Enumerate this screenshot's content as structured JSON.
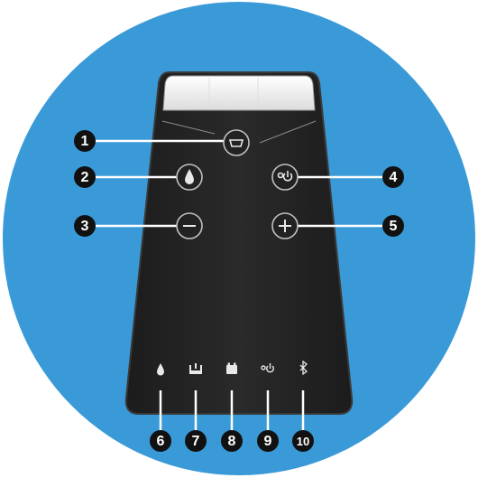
{
  "colors": {
    "background_disc": "#3a9ad8",
    "device_body": "#252525",
    "device_edge": "#3a3a3a",
    "display_panel": "#f2f2f2",
    "button_ring": "#bfbfbf",
    "icon": "#e8e8e8",
    "leader_line": "#ffffff",
    "callout_fill": "#111111",
    "callout_text": "#ffffff"
  },
  "buttons": [
    {
      "id": "mode",
      "icon": "water-tank-icon",
      "callout": "1"
    },
    {
      "id": "water",
      "icon": "water-drop-icon",
      "callout": "2"
    },
    {
      "id": "minus",
      "icon": "minus-icon",
      "callout": "3"
    },
    {
      "id": "timer",
      "icon": "timer-power-icon",
      "callout": "4"
    },
    {
      "id": "plus",
      "icon": "plus-icon",
      "callout": "5"
    }
  ],
  "indicators": [
    {
      "id": "water",
      "icon": "water-drop-icon",
      "callout": "6"
    },
    {
      "id": "tank",
      "icon": "tank-level-icon",
      "callout": "7"
    },
    {
      "id": "battery",
      "icon": "battery-icon",
      "callout": "8"
    },
    {
      "id": "timer",
      "icon": "timer-power-icon",
      "callout": "9"
    },
    {
      "id": "bluetooth",
      "icon": "bluetooth-icon",
      "callout": "10"
    }
  ]
}
